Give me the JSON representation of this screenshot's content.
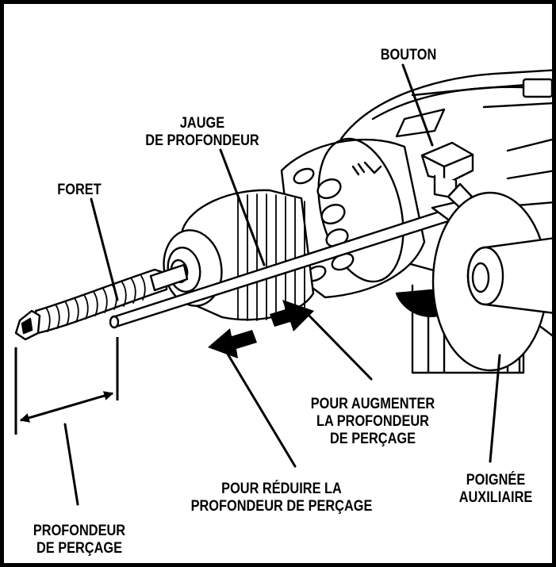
{
  "labels": {
    "bouton": [
      "BOUTON"
    ],
    "jauge": [
      "JAUGE",
      "DE PROFONDEUR"
    ],
    "foret": [
      "FORET"
    ],
    "augmenter": [
      "POUR AUGMENTER",
      "LA PROFONDEUR",
      "DE PERÇAGE"
    ],
    "reduire": [
      "POUR RÉDUIRE LA",
      "PROFONDEUR  DE PERÇAGE"
    ],
    "poignee": [
      "POIGNÉE",
      "AUXILIAIRE"
    ],
    "profondeur": [
      "PROFONDEUR",
      "DE PERÇAGE"
    ]
  },
  "colors": {
    "ink": "#000000",
    "paper": "#ffffff"
  }
}
